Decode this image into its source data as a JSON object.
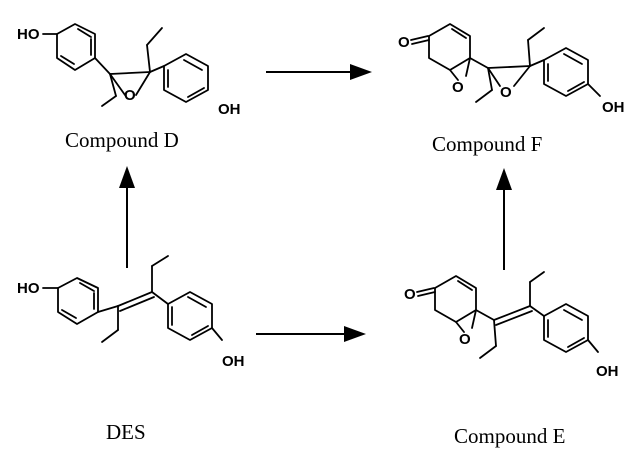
{
  "compounds": {
    "des": {
      "caption": "DES",
      "atoms": {
        "oh_top": "HO",
        "oh_bottom": "OH"
      }
    },
    "d": {
      "caption": "Compound D",
      "atoms": {
        "oh_top": "HO",
        "epoxide_o": "O",
        "oh_stray": "OH"
      }
    },
    "e": {
      "caption": "Compound E",
      "atoms": {
        "ketone_o": "O",
        "epoxide_o": "O",
        "oh_bottom": "OH"
      }
    },
    "f": {
      "caption": "Compound F",
      "atoms": {
        "ketone_o": "O",
        "epoxide1_o": "O",
        "epoxide2_o": "O",
        "oh_bottom": "OH"
      }
    }
  },
  "arrows": [
    {
      "from": "DES",
      "to": "Compound D"
    },
    {
      "from": "DES",
      "to": "Compound E"
    },
    {
      "from": "Compound D",
      "to": "Compound F"
    },
    {
      "from": "Compound E",
      "to": "Compound F"
    }
  ]
}
